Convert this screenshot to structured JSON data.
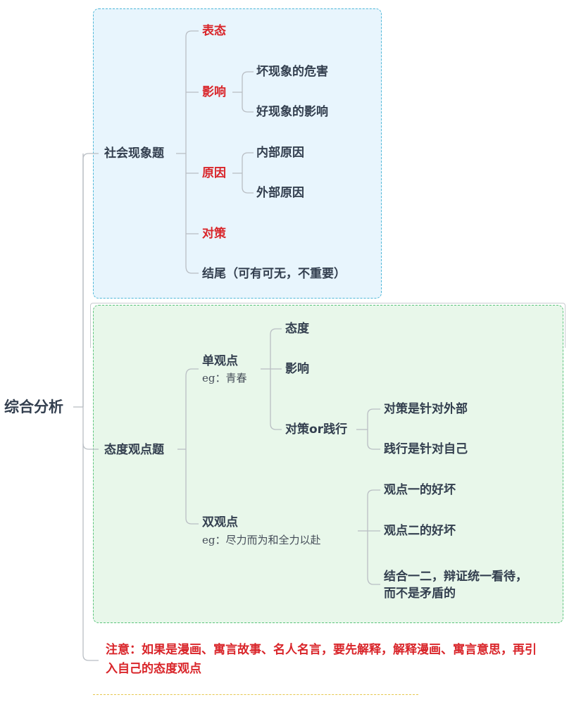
{
  "root": {
    "label": "综合分析"
  },
  "social": {
    "label": "社会现象题",
    "items": {
      "biaotai": "表态",
      "yingxiang": "影响",
      "yingxiang_children": [
        "坏现象的危害",
        "好现象的影响"
      ],
      "yuanyin": "原因",
      "yuanyin_children": [
        "内部原因",
        "外部原因"
      ],
      "duice": "对策",
      "jiewei": "结尾（可有可无，不重要）"
    }
  },
  "attitude": {
    "label": "态度观点题",
    "single": {
      "label": "单观点",
      "example": "eg：青春",
      "children": [
        "态度",
        "影响",
        "对策or践行"
      ],
      "duice_children": [
        "对策是针对外部",
        "践行是针对自己"
      ]
    },
    "double": {
      "label": "双观点",
      "example": "eg：尽力而为和全力以赴",
      "children": [
        "观点一的好坏",
        "观点二的好坏",
        "结合一二，辩证统一看待，",
        "而不是矛盾的"
      ]
    }
  },
  "note": "注意：如果是漫画、寓言故事、名人名言，要先解释，解释漫画、寓言意思，再引入自己的态度观点",
  "colors": {
    "text": "#333f4f",
    "accent_red": "#d9252a",
    "box_blue": "#e8f5fd",
    "box_green": "#e8f7ea"
  }
}
